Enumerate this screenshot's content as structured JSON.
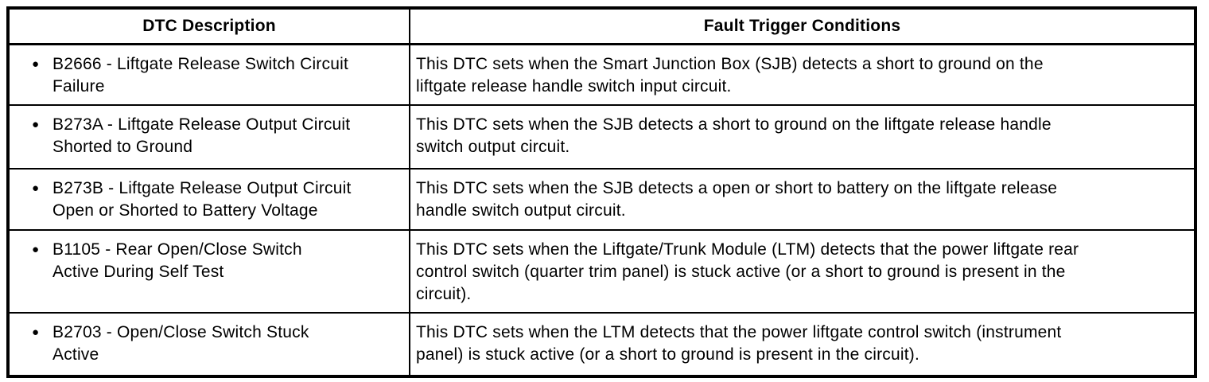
{
  "table": {
    "bullet_glyph": "●",
    "columns": [
      {
        "label": "DTC Description"
      },
      {
        "label": "Fault Trigger Conditions"
      }
    ],
    "rows": [
      {
        "dtc": "B2666 - Liftgate Release Switch Circuit\nFailure",
        "condition": "This DTC sets when the Smart Junction Box (SJB) detects a short to ground on the\nliftgate release handle switch input circuit."
      },
      {
        "dtc": "B273A - Liftgate Release Output Circuit\nShorted to Ground",
        "condition": "This DTC sets when the SJB detects a short to ground on the liftgate release handle\nswitch output circuit."
      },
      {
        "dtc": "B273B - Liftgate Release Output Circuit\nOpen or Shorted to Battery Voltage",
        "condition": "This DTC sets when the SJB detects a open or short to battery on the liftgate release\nhandle switch output circuit."
      },
      {
        "dtc": "B1105 - Rear Open/Close Switch\nActive During Self Test",
        "condition": "This DTC sets when the Liftgate/Trunk Module (LTM) detects that the power liftgate rear\ncontrol switch (quarter trim panel) is stuck active (or a short to ground is present in the\ncircuit)."
      },
      {
        "dtc": "B2703 - Open/Close Switch Stuck\nActive",
        "condition": "This DTC sets when the LTM detects that the power liftgate control switch (instrument\npanel) is stuck active (or a short to ground is present in the circuit)."
      }
    ],
    "colors": {
      "text": "#000000",
      "border": "#000000",
      "background": "#ffffff"
    }
  }
}
